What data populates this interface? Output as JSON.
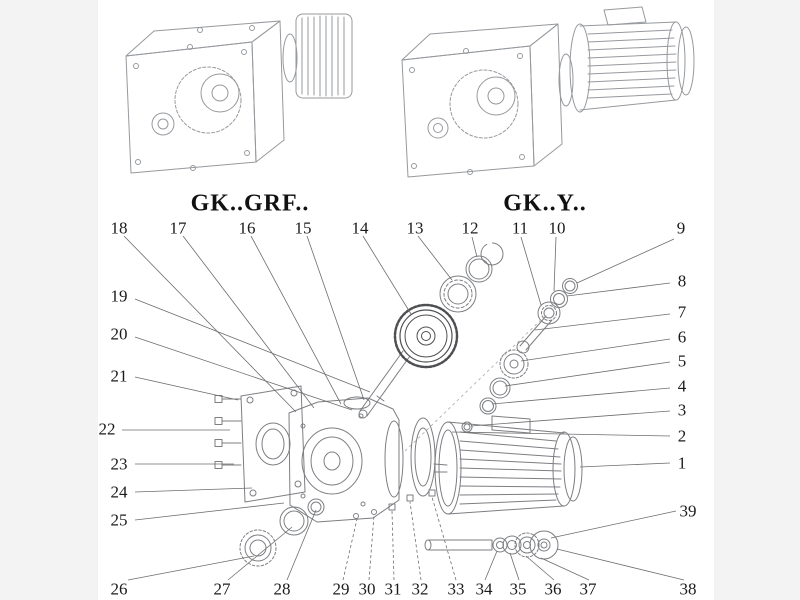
{
  "captions": {
    "left": "GK..GRF..",
    "right": "GK..Y.."
  },
  "callouts": {
    "top_row": [
      "18",
      "17",
      "16",
      "15",
      "14",
      "13",
      "12",
      "11",
      "10",
      "9"
    ],
    "left_column": [
      "19",
      "20",
      "21",
      "22",
      "23",
      "24",
      "25"
    ],
    "right_column": [
      "8",
      "7",
      "6",
      "5",
      "4",
      "3",
      "2",
      "1",
      "39"
    ],
    "bottom_row": [
      "26",
      "27",
      "28",
      "29",
      "30",
      "31",
      "32",
      "33",
      "34",
      "35",
      "36",
      "37",
      "38"
    ]
  },
  "colors": {
    "background": "#ffffff",
    "line_art": "#96999d",
    "exploded_line_art": "#7c7e82",
    "leader_line": "#6d6d6d",
    "label_text": "#1b1b1b"
  }
}
